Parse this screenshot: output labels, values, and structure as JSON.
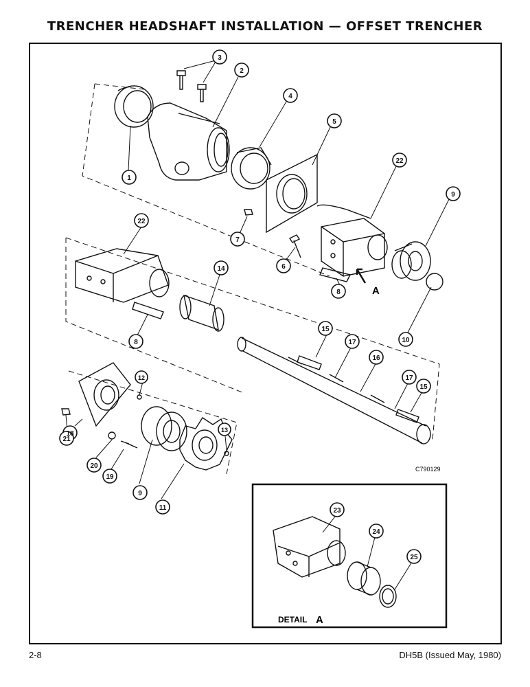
{
  "header": {
    "title": "TRENCHER HEADSHAFT INSTALLATION — OFFSET TRENCHER"
  },
  "figure": {
    "code": "C790129",
    "callouts": [
      "1",
      "2",
      "3",
      "4",
      "5",
      "6",
      "7",
      "8",
      "9",
      "10",
      "11",
      "12",
      "13",
      "14",
      "15",
      "16",
      "17",
      "18",
      "19",
      "20",
      "21",
      "22",
      "23",
      "24",
      "25"
    ],
    "callout_labels": {
      "c1": "1",
      "c2": "2",
      "c3": "3",
      "c4": "4",
      "c5": "5",
      "c6": "6",
      "c7": "7",
      "c8a": "8",
      "c8b": "8",
      "c9a": "9",
      "c9b": "9",
      "c10": "10",
      "c11": "11",
      "c12": "12",
      "c13": "13",
      "c14": "14",
      "c15a": "15",
      "c15b": "15",
      "c16": "16",
      "c17a": "17",
      "c17b": "17",
      "c18": "18",
      "c19": "19",
      "c20": "20",
      "c21": "21",
      "c22a": "22",
      "c22b": "22",
      "c23": "23",
      "c24": "24",
      "c25": "25"
    },
    "arrow_label": "A",
    "detail": {
      "word": "DETAIL",
      "letter": "A"
    }
  },
  "footer": {
    "page": "2-8",
    "doc": "DH5B (Issued May, 1980)"
  }
}
